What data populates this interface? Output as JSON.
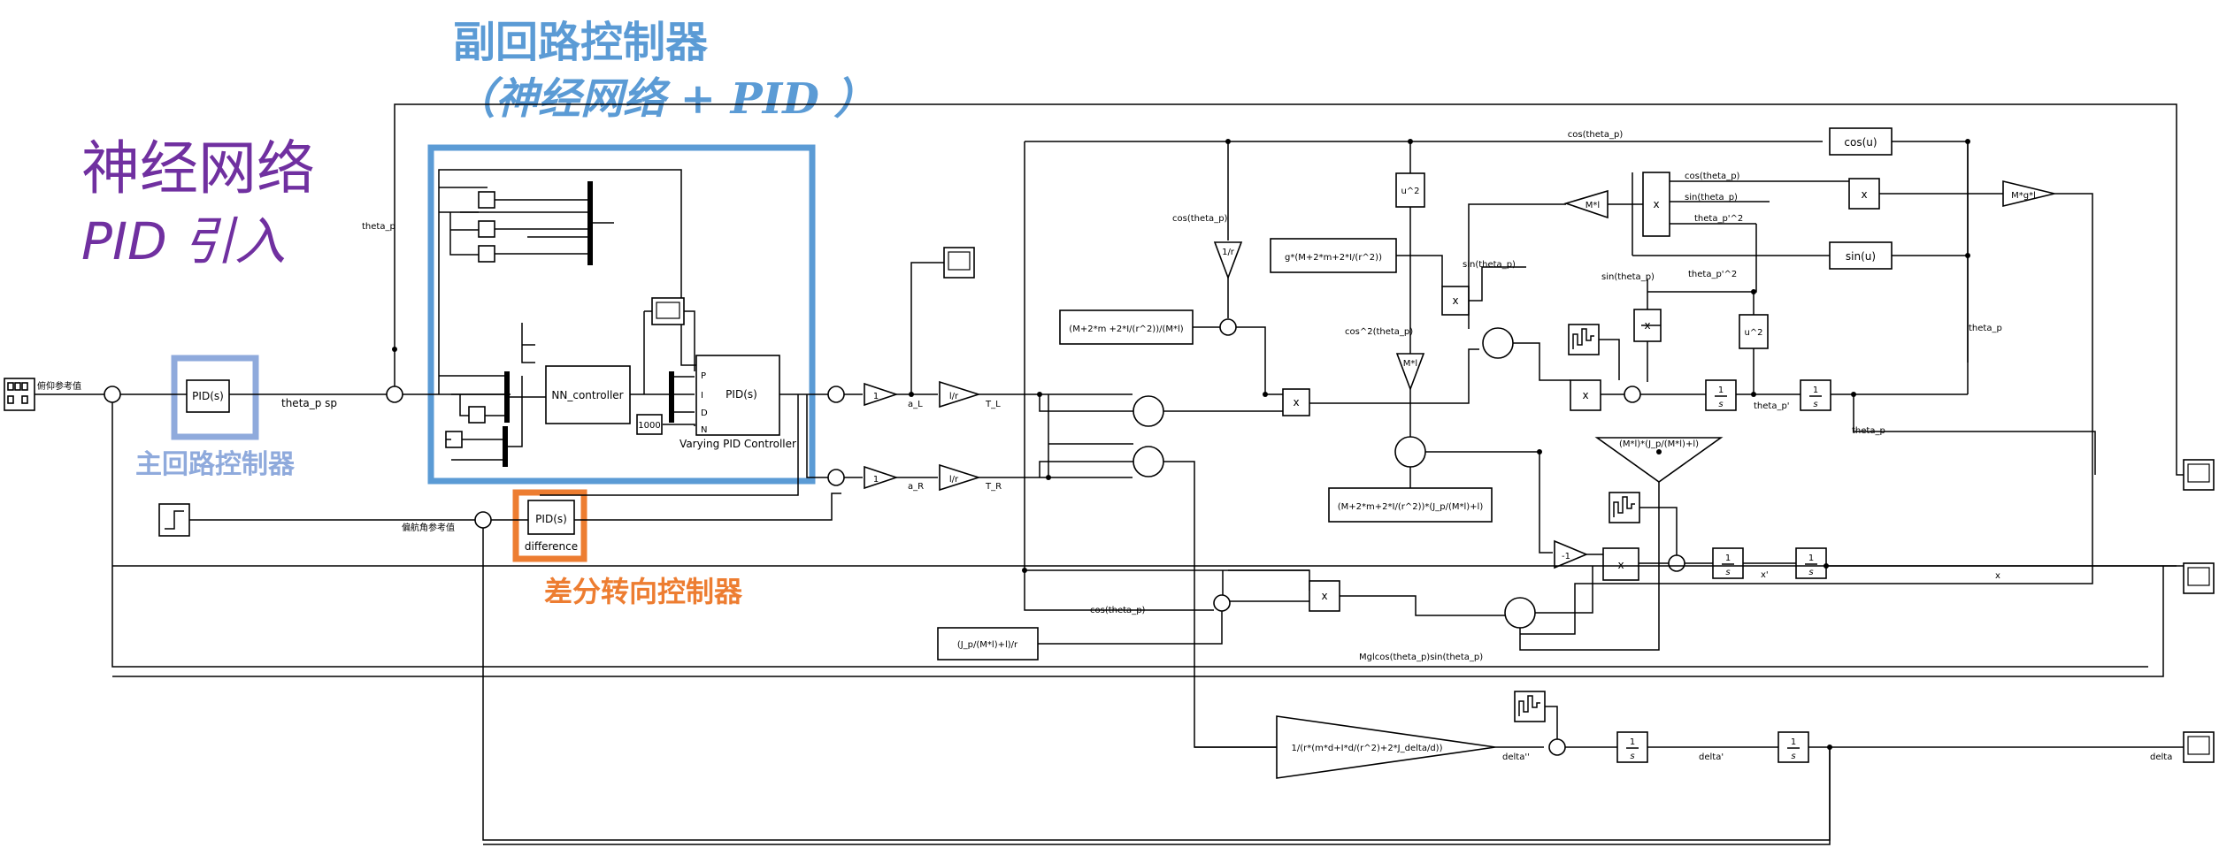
{
  "annotations": {
    "nn_pid_intro_line1": "神经网络",
    "nn_pid_intro_line2": "PID 引入",
    "sub_loop_title": "副回路控制器",
    "sub_loop_subtitle": "（神经网络 + PID ）",
    "main_loop": "主回路控制器",
    "diff_steer": "差分转向控制器",
    "colors": {
      "purple": "#7030a0",
      "blue": "#5b9bd5",
      "light_blue": "#8faadc",
      "orange": "#ed7d31"
    }
  },
  "blocks": {
    "pid": "PID(s)",
    "nn_controller": "NN_controller",
    "varying_pid_label": "Varying PID Controller",
    "pid_ports": [
      "P",
      "I",
      "D",
      "N"
    ],
    "const_1000": "1000",
    "difference": "difference",
    "gain_1": "1",
    "gain_neg1": "-1",
    "gain_l_over_r": "l/r",
    "product": "x",
    "u_sq": "u^2",
    "cos_u": "cos(u)",
    "sin_u": "sin(u)",
    "gain_Ml": "M*l",
    "gain_Mgl": "M*g*l",
    "gain_one_over_r": "1/r",
    "integrator_num": "1",
    "integrator_den": "s",
    "gain_g_expr": "g*(M+2*m+2*I/(r^2))",
    "gain_M_expr": "(M+2*m +2*I/(r^2))/(M*l)",
    "gain_den_expr": "(M+2*m+2*I/(r^2))*(J_p/(M*l)+l)",
    "gain_Jp_expr": "(M*l)*(J_p/(M*l)+l)",
    "gain_Jr_expr": "(J_p/(M*l)+l)/r",
    "gain_delta_expr": "1/(r*(m*d+I*d/(r^2)+2*J_delta/d))"
  },
  "signals": {
    "theta_p": "theta_p",
    "theta_p_sp": "theta_p sp",
    "tilt_ref": "俯仰参考值",
    "yaw_ref": "偏航角参考值",
    "a_L": "a_L",
    "a_R": "a_R",
    "T_L": "T_L",
    "T_R": "T_R",
    "cos_theta_p": "cos(theta_p)",
    "sin_theta_p": "sin(theta_p)",
    "theta_p_dot_sq": "theta_p'^2",
    "cos2_theta_p": "cos^2(theta_p)",
    "theta_p_dot": "theta_p'",
    "x_dot": "x'",
    "x": "x",
    "delta_ddot": "delta''",
    "delta_dot": "delta'",
    "delta": "delta",
    "mgl_expr": "Mglcos(theta_p)sin(theta_p)"
  },
  "sum_signs": {
    "plus": "+",
    "minus": "−"
  }
}
